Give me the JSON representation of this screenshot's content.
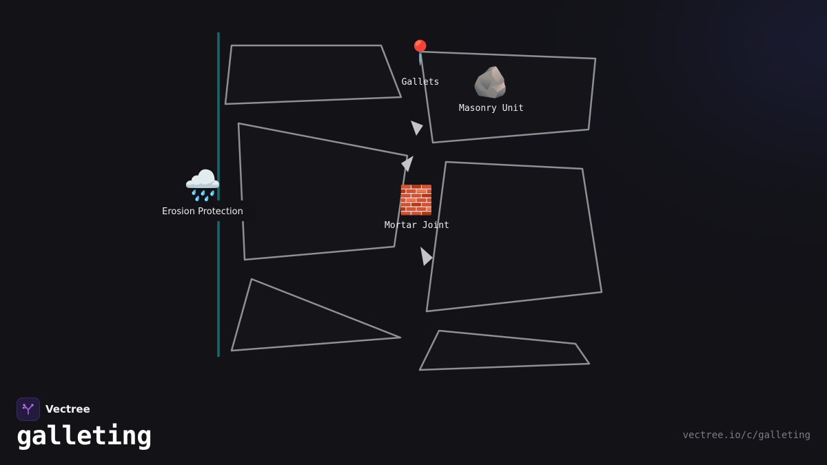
{
  "diagram": {
    "nodes": [
      {
        "id": "gallets",
        "icon": "pin-icon",
        "glyph": "📍",
        "label": "Gallets"
      },
      {
        "id": "masonry-unit",
        "icon": "rock-icon",
        "glyph": "🪨",
        "label": "Masonry Unit"
      },
      {
        "id": "erosion-protection",
        "icon": "rain-cloud-icon",
        "glyph": "🌧️",
        "label": "Erosion Protection"
      },
      {
        "id": "mortar-joint",
        "icon": "brick-icon",
        "glyph": "🧱",
        "label": "Mortar Joint"
      }
    ],
    "colors": {
      "background": "#121217",
      "stone_outline": "#8f8f94",
      "rail": "#136a6e",
      "arrow": "#c4c4c8"
    }
  },
  "footer": {
    "brand": "Vectree",
    "title": "galleting",
    "url": "vectree.io/c/galleting"
  }
}
